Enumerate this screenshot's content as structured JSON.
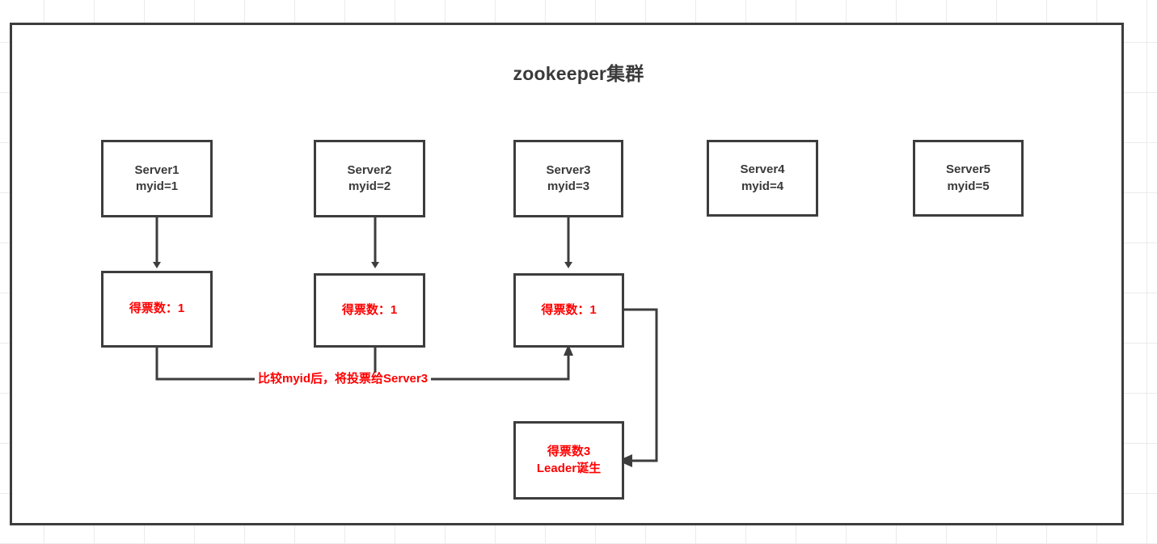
{
  "diagram": {
    "title": "zookeeper集群",
    "colors": {
      "stroke": "#3d3d3d",
      "accent_red": "#ff0000",
      "title_text": "#3a3a3a",
      "grid": "#ebebeb",
      "background": "#ffffff"
    }
  },
  "servers": [
    {
      "name": "Server1",
      "myid": "myid=1"
    },
    {
      "name": "Server2",
      "myid": "myid=2"
    },
    {
      "name": "Server3",
      "myid": "myid=3"
    },
    {
      "name": "Server4",
      "myid": "myid=4"
    },
    {
      "name": "Server5",
      "myid": "myid=5"
    }
  ],
  "votes": [
    {
      "label": "得票数：1"
    },
    {
      "label": "得票数：1"
    },
    {
      "label": "得票数：1"
    }
  ],
  "leader": {
    "line1": "得票数3",
    "line2": "Leader诞生"
  },
  "edges": {
    "vote_transfer_label": "比较myid后，将投票给Server3"
  }
}
